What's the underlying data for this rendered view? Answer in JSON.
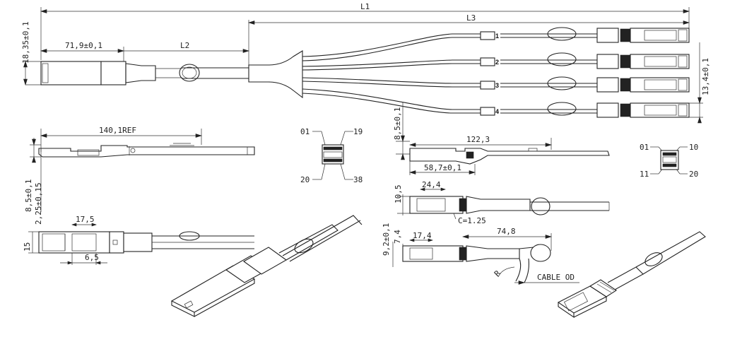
{
  "dimensions": {
    "L1": "L1",
    "L3": "L3",
    "L2": "L2",
    "d71_9": "71,9±0,1",
    "d18_35": "18,35±0,1",
    "d13_4": "13,4±0,1",
    "d140_1": "140,1REF",
    "d8_5_a": "8,5±0,1",
    "d2_25": "2,25±0,15",
    "d17_5": "17,5",
    "d15": "15",
    "d6_5": "6,5",
    "d8_5_b": "8,5±0,1",
    "d122_3": "122,3",
    "d58_7": "58,7±0,1",
    "d10_5": "10,5",
    "d24_4": "24,4",
    "c1_25": "C=1.25",
    "d9_2": "9,2±0,1",
    "d7_4": "7,4",
    "d17_4": "17,4",
    "d74_8": "74,8",
    "r_label": "R",
    "cable_od": "CABLE OD"
  },
  "branch_numbers": [
    "1",
    "2",
    "3",
    "4"
  ],
  "pinout_left": {
    "tl": "01",
    "tr": "19",
    "bl": "20",
    "br": "38"
  },
  "pinout_right": {
    "tl": "01",
    "tr": "10",
    "bl": "11",
    "br": "20"
  }
}
